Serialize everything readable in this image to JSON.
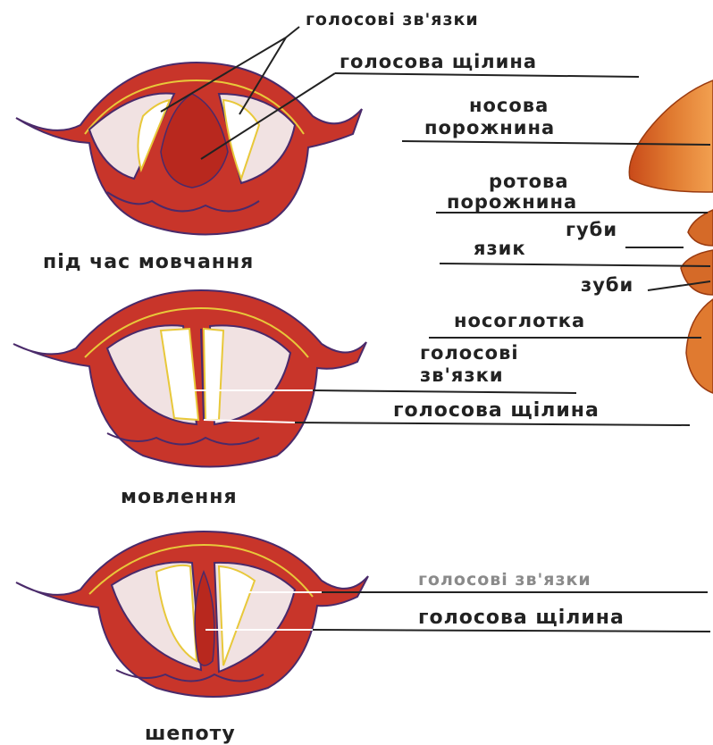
{
  "labels": {
    "top": {
      "vocal_cords": "голосові  зв'язки",
      "glottis": "голосова щілина",
      "caption": "під час мовчання"
    },
    "profile": {
      "nasal_1": "носова",
      "nasal_2": "порожнина",
      "oral_1": "ротова",
      "oral_2": "порожнина",
      "lips": "губи",
      "tongue": "язик",
      "teeth": "зуби",
      "nasopharynx": "носоглотка"
    },
    "middle": {
      "vocal_cords_1": "голосові",
      "vocal_cords_2": "зв'язки",
      "glottis": "голосова щілина",
      "caption": "мовлення"
    },
    "bottom": {
      "vocal_cords": "голосові зв'язки",
      "glottis": "голосова щілина",
      "caption": "шепоту"
    }
  },
  "colors": {
    "tissue": "#c8352a",
    "tissue_dark": "#a52218",
    "outline": "#4a2a6a",
    "cord": "#f1e2e2",
    "cord_light": "#ffffff",
    "yellow": "#e8c83a",
    "profile": "#d06020"
  }
}
